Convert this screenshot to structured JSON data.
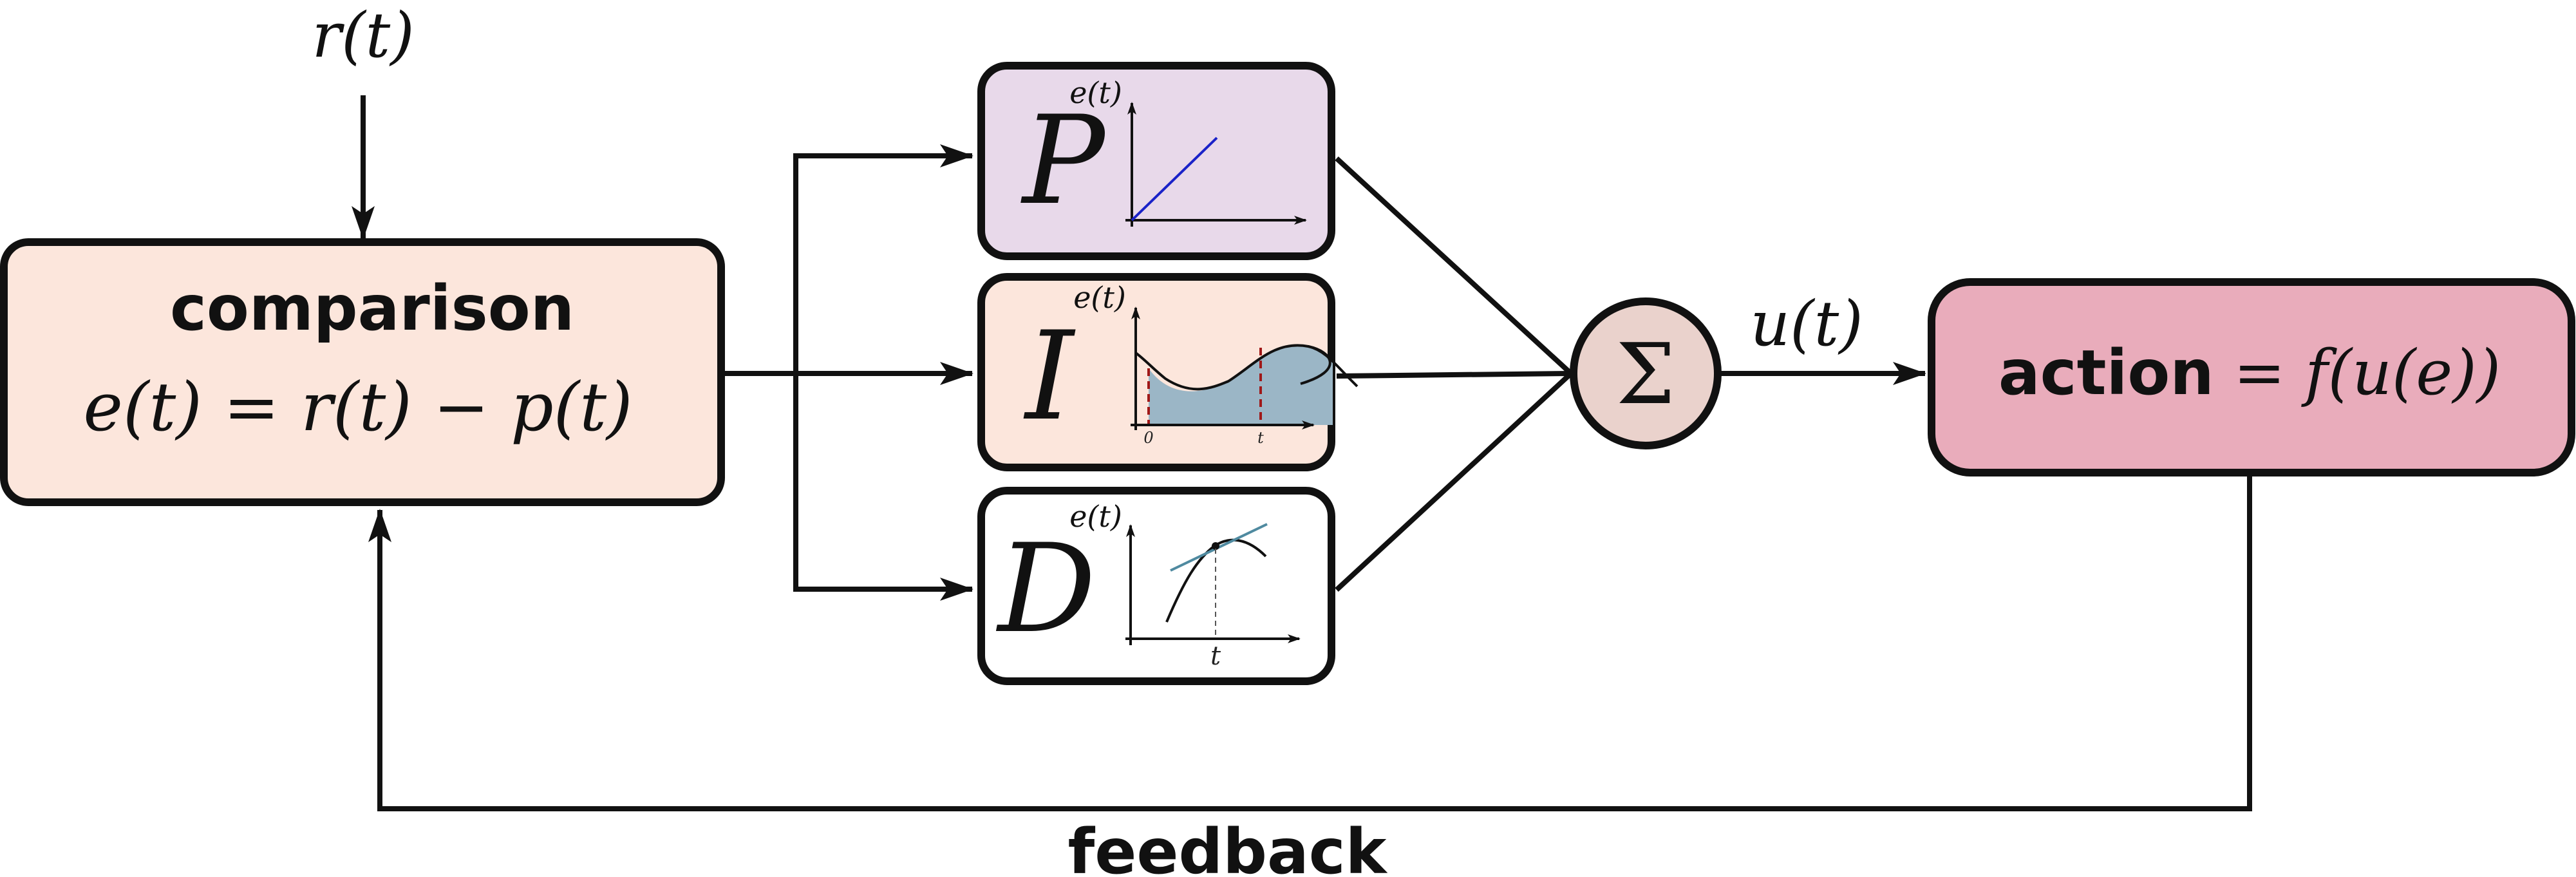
{
  "input": {
    "label": "r(t)"
  },
  "comparison": {
    "title": "comparison",
    "equation": "e(t) = r(t) − p(t)",
    "fill": "#fce6dc"
  },
  "controllers": {
    "p": {
      "letter": "P",
      "axis_label": "e(t)",
      "fill": "#e8d9ea",
      "line_color": "#1a22c8"
    },
    "i": {
      "letter": "I",
      "axis_label": "e(t)",
      "fill": "#fce6dc",
      "area_color": "#9bb6c6",
      "bound_color": "#a01818",
      "tick_start": "0",
      "tick_end": "t"
    },
    "d": {
      "letter": "D",
      "axis_label": "e(t)",
      "fill": "#ffffff",
      "tangent_color": "#4f8aa0",
      "tick_t": "t"
    }
  },
  "summation": {
    "symbol": "Σ",
    "fill": "#ead2cc"
  },
  "output": {
    "label": "u(t)"
  },
  "action": {
    "bold": "action",
    "math": " = f(u(e))",
    "fill": "#e9acbb"
  },
  "feedback": {
    "label": "feedback"
  }
}
